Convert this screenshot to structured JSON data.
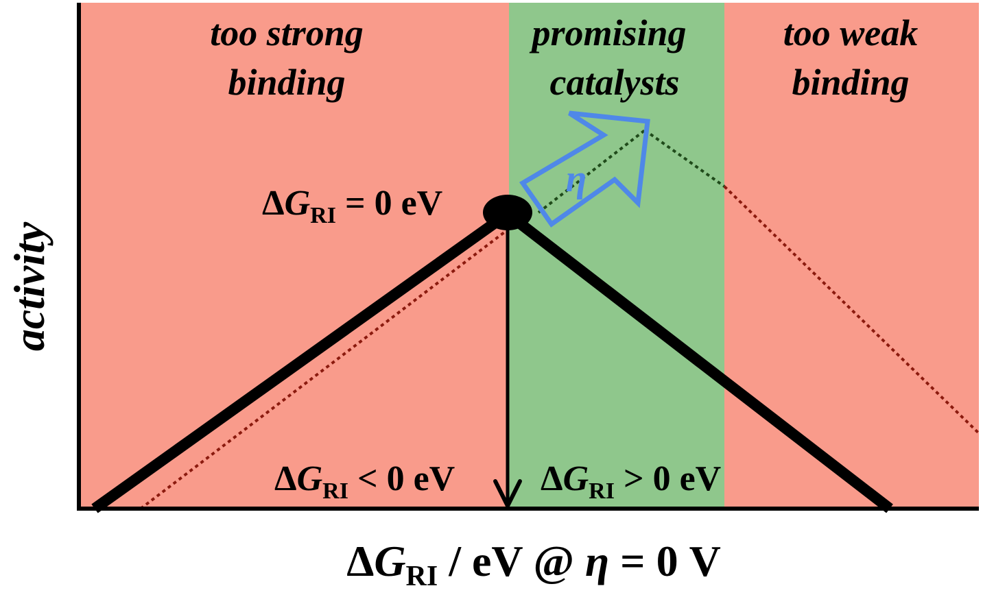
{
  "regions": {
    "left": {
      "line1": "too strong",
      "line2": "binding",
      "color": "#f99b8b"
    },
    "middle": {
      "line1": "promising",
      "line2": "catalysts",
      "color": "#8fc78c"
    },
    "right": {
      "line1": "too weak",
      "line2": "binding",
      "color": "#f99b8b"
    }
  },
  "y_axis_label": "activity",
  "x_axis_label": {
    "prefix": "Δ",
    "var": "G",
    "sub": "RI",
    "middle": " / eV @ ",
    "eta": "η",
    "suffix": " = 0 V"
  },
  "peak_label": {
    "prefix": "Δ",
    "var": "G",
    "sub": "RI",
    "suffix": " = 0 eV"
  },
  "left_label": {
    "prefix": "Δ",
    "var": "G",
    "sub": "RI",
    "suffix": " < 0 eV"
  },
  "right_label": {
    "prefix": "Δ",
    "var": "G",
    "sub": "RI",
    "suffix": " > 0 eV"
  },
  "shift_arrow_label": "η",
  "colors": {
    "volcano_line": "#000000",
    "shifted_left_dotted": "#8b1a0e",
    "shifted_right_dotted": "#1f4a1a",
    "shift_arrow": "#4f88e8"
  }
}
